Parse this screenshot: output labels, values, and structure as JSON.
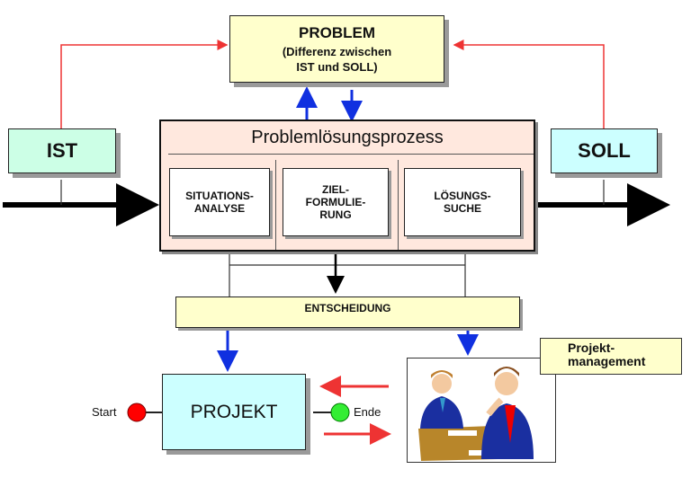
{
  "problem": {
    "title": "PROBLEM",
    "subtitle": "(Differenz zwischen\nIST und SOLL)"
  },
  "ist": {
    "label": "IST"
  },
  "soll": {
    "label": "SOLL"
  },
  "process": {
    "title": "Problemlösungsprozess",
    "steps": [
      {
        "label": "SITUATIONS-\nANALYSE"
      },
      {
        "label": "ZIEL-\nFORMULIE-\nRUNG"
      },
      {
        "label": "LÖSUNGS-\nSUCHE"
      }
    ]
  },
  "decision": {
    "label": "ENTSCHEIDUNG"
  },
  "project": {
    "label": "PROJEKT",
    "start_label": "Start",
    "end_label": "Ende"
  },
  "management": {
    "label": "Projekt-\nmanagement"
  },
  "colors": {
    "problem_bg": "#ffffcc",
    "ist_bg": "#ccffe6",
    "soll_bg": "#ccffff",
    "process_bg": "#ffe8de",
    "project_bg": "#ccffff",
    "start": "#ff0000",
    "end": "#33ee33",
    "feedback_arrow": "#ee3333",
    "blue_arrow": "#1030e0"
  }
}
